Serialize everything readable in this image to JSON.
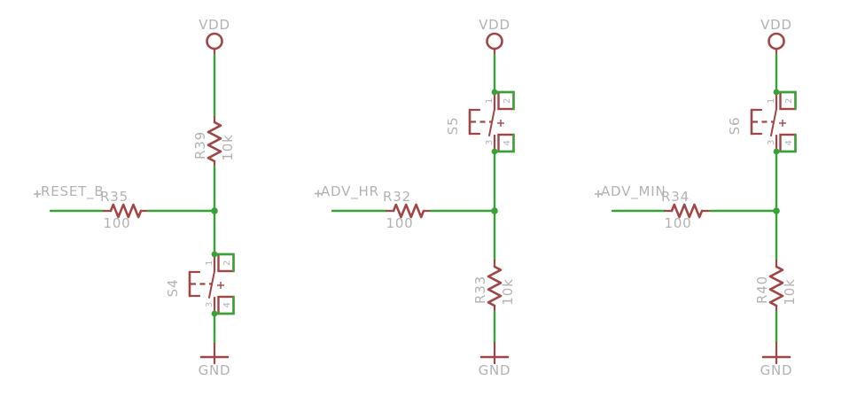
{
  "diagram": {
    "type": "circuit-schematic",
    "style": "eagle-cad",
    "colors": {
      "net_wire": "#35a335",
      "component": "#a04646",
      "text": "#b2b2b2",
      "background": "#ffffff"
    },
    "power": {
      "vdd": "VDD",
      "gnd": "GND"
    },
    "circuits": [
      {
        "net_label": "RESET_B",
        "series_resistor": {
          "name": "R35",
          "value": "100"
        },
        "pull_resistor": {
          "name": "R39",
          "value": "10k"
        },
        "switch": {
          "name": "S4",
          "pins": [
            "1",
            "2",
            "3",
            "4"
          ]
        }
      },
      {
        "net_label": "ADV_HR",
        "series_resistor": {
          "name": "R32",
          "value": "100"
        },
        "pull_resistor": {
          "name": "R33",
          "value": "10k"
        },
        "switch": {
          "name": "S5",
          "pins": [
            "1",
            "2",
            "3",
            "4"
          ]
        }
      },
      {
        "net_label": "ADV_MIN",
        "series_resistor": {
          "name": "R34",
          "value": "100"
        },
        "pull_resistor": {
          "name": "R40",
          "value": "10k"
        },
        "switch": {
          "name": "S6",
          "pins": [
            "1",
            "2",
            "3",
            "4"
          ]
        }
      }
    ]
  }
}
